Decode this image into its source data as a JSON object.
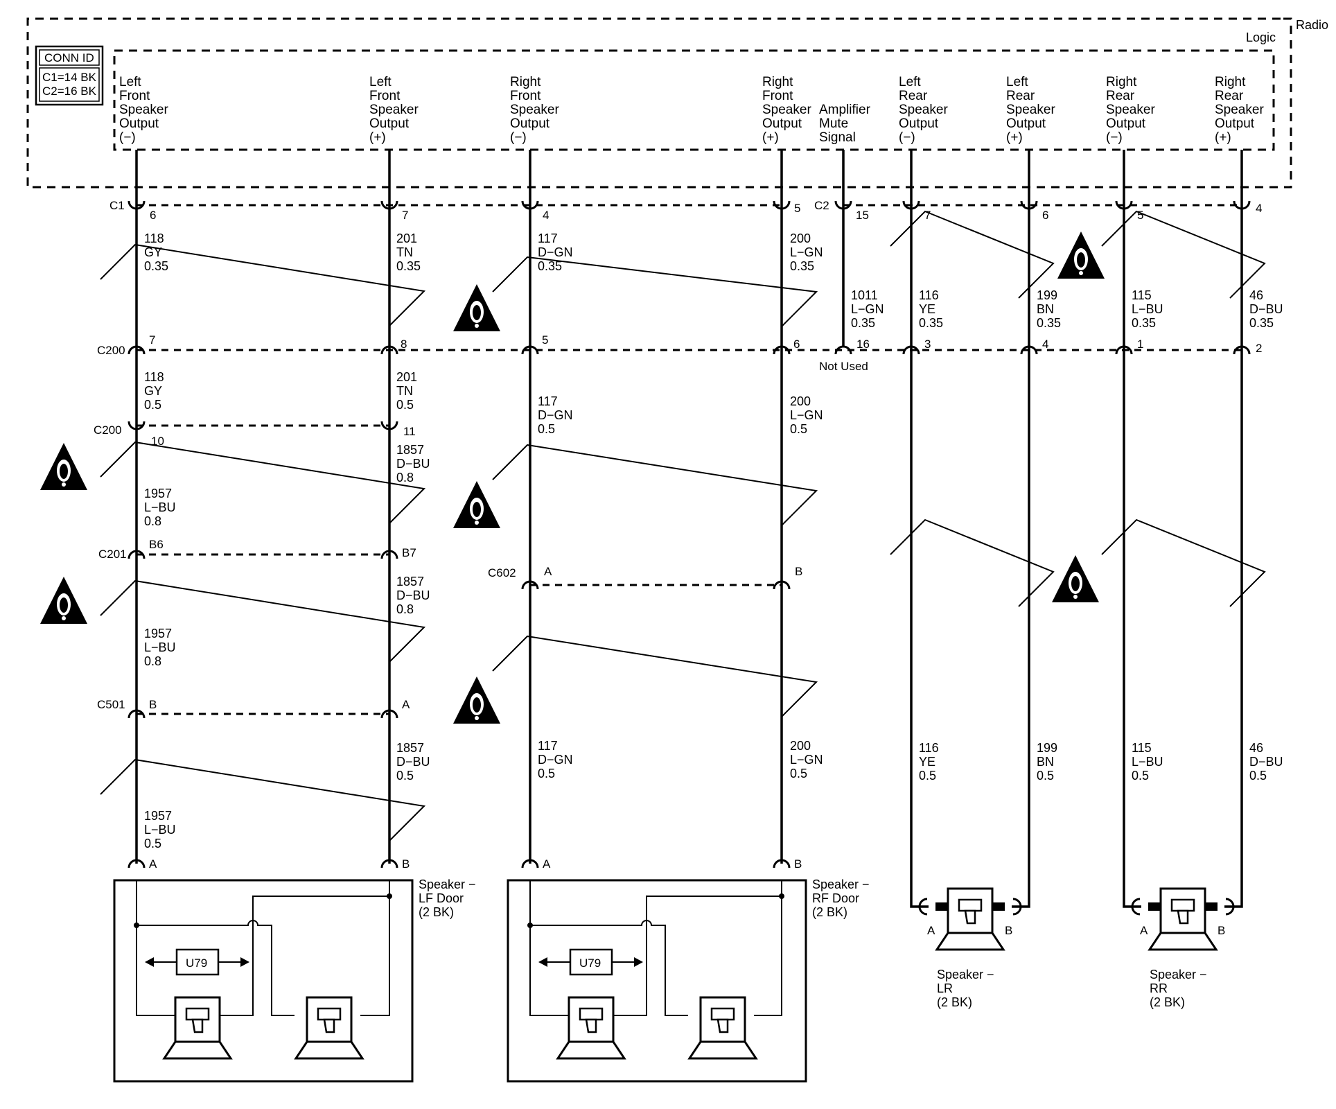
{
  "radio": {
    "label": "Radio",
    "logic": "Logic"
  },
  "conn_id": {
    "title": "CONN ID",
    "c1": "C1=14 BK",
    "c2": "C2=16 BK"
  },
  "outputs": [
    [
      "Left",
      "Front",
      "Speaker",
      "Output",
      "(−)"
    ],
    [
      "Left",
      "Front",
      "Speaker",
      "Output",
      "(+)"
    ],
    [
      "Right",
      "Front",
      "Speaker",
      "Output",
      "(−)"
    ],
    [
      "Right",
      "Front",
      "Speaker",
      "Output",
      "(+)"
    ],
    [
      "Amplifier",
      "Mute",
      "Signal"
    ],
    [
      "Left",
      "Rear",
      "Speaker",
      "Output",
      "(−)"
    ],
    [
      "Left",
      "Rear",
      "Speaker",
      "Output",
      "(+)"
    ],
    [
      "Right",
      "Rear",
      "Speaker",
      "Output",
      "(−)"
    ],
    [
      "Right",
      "Rear",
      "Speaker",
      "Output",
      "(+)"
    ]
  ],
  "connectors": {
    "c1": "C1",
    "c2": "C2",
    "c200": "C200",
    "c201": "C201",
    "c501": "C501",
    "c602": "C602",
    "c1_pins": [
      "6",
      "7",
      "4",
      "5"
    ],
    "c2_pins": [
      "15",
      "7",
      "6",
      "5",
      "4"
    ],
    "c200_upper_pins": [
      "7",
      "8",
      "5",
      "6",
      "16",
      "3",
      "4",
      "1",
      "2"
    ],
    "c200_lower_pins": [
      "10",
      "11"
    ],
    "c201_pins": [
      "B6",
      "B7"
    ],
    "c501_pins": [
      "B",
      "A"
    ],
    "c602_pins": [
      "A",
      "B"
    ],
    "speaker_pins": [
      "A",
      "B",
      "A",
      "B"
    ],
    "rear_pins": [
      "A",
      "B",
      "A",
      "B"
    ],
    "not_used": "Not Used"
  },
  "wires": {
    "w118a": [
      "118",
      "GY",
      "0.35"
    ],
    "w201a": [
      "201",
      "TN",
      "0.35"
    ],
    "w117a": [
      "117",
      "D−GN",
      "0.35"
    ],
    "w200a": [
      "200",
      "L−GN",
      "0.35"
    ],
    "w1011": [
      "1011",
      "L−GN",
      "0.35"
    ],
    "w116a": [
      "116",
      "YE",
      "0.35"
    ],
    "w199a": [
      "199",
      "BN",
      "0.35"
    ],
    "w115a": [
      "115",
      "L−BU",
      "0.35"
    ],
    "w46a": [
      "46",
      "D−BU",
      "0.35"
    ],
    "w118b": [
      "118",
      "GY",
      "0.5"
    ],
    "w201b": [
      "201",
      "TN",
      "0.5"
    ],
    "w117b": [
      "117",
      "D−GN",
      "0.5"
    ],
    "w200b": [
      "200",
      "L−GN",
      "0.5"
    ],
    "w1957a": [
      "1957",
      "L−BU",
      "0.8"
    ],
    "w1857a": [
      "1857",
      "D−BU",
      "0.8"
    ],
    "w1957b": [
      "1957",
      "L−BU",
      "0.8"
    ],
    "w1857b": [
      "1857",
      "D−BU",
      "0.8"
    ],
    "w117c": [
      "117",
      "D−GN",
      "0.5"
    ],
    "w200c": [
      "200",
      "L−GN",
      "0.5"
    ],
    "w116b": [
      "116",
      "YE",
      "0.5"
    ],
    "w199b": [
      "199",
      "BN",
      "0.5"
    ],
    "w115b": [
      "115",
      "L−BU",
      "0.5"
    ],
    "w46b": [
      "46",
      "D−BU",
      "0.5"
    ],
    "w1857c": [
      "1857",
      "D−BU",
      "0.5"
    ],
    "w1957c": [
      "1957",
      "L−BU",
      "0.5"
    ]
  },
  "speakers": {
    "lf": [
      "Speaker −",
      "LF Door",
      "(2 BK)"
    ],
    "rf": [
      "Speaker −",
      "RF Door",
      "(2 BK)"
    ],
    "lr": [
      "Speaker −",
      "LR",
      "(2 BK)"
    ],
    "rr": [
      "Speaker −",
      "RR",
      "(2 BK)"
    ],
    "module": "U79"
  }
}
